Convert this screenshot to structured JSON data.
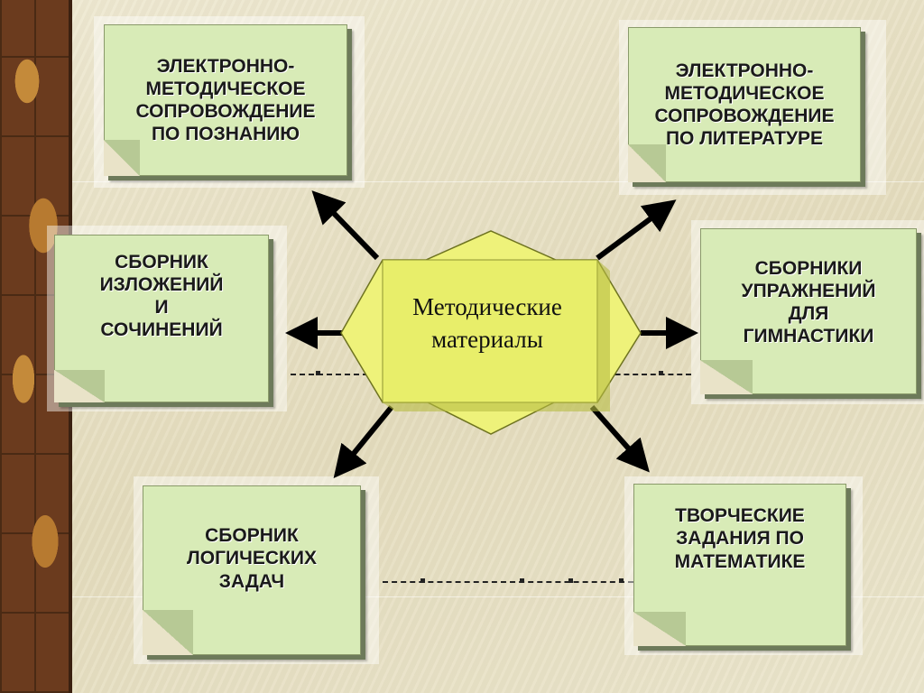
{
  "center": {
    "label": "Методические\nматериалы"
  },
  "nodes": {
    "top_left": "ЭЛЕКТРОННО-\nМЕТОДИЧЕСКОЕ\nСОПРОВОЖДЕНИЕ\nПО ПОЗНАНИЮ",
    "top_right": "ЭЛЕКТРОННО-\nМЕТОДИЧЕСКОЕ\nСОПРОВОЖДЕНИЕ\nПО ЛИТЕРАТУРЕ",
    "mid_left": "СБОРНИК\nИЗЛОЖЕНИЙ\nИ\nСОЧИНЕНИЙ",
    "mid_right": "СБОРНИКИ\nУПРАЖНЕНИЙ\nДЛЯ\nГИМНАСТИКИ",
    "bottom_left": "СБОРНИК\nЛОГИЧЕСКИХ\nЗАДАЧ",
    "bottom_right": "ТВОРЧЕСКИЕ\nЗАДАНИЯ  ПО\nМАТЕМАТИКЕ"
  },
  "colors": {
    "note_fill": "#d8ebb7",
    "center_fill": "#eef27a",
    "arrow": "#000000",
    "side_strip": "#6b3b1e"
  }
}
